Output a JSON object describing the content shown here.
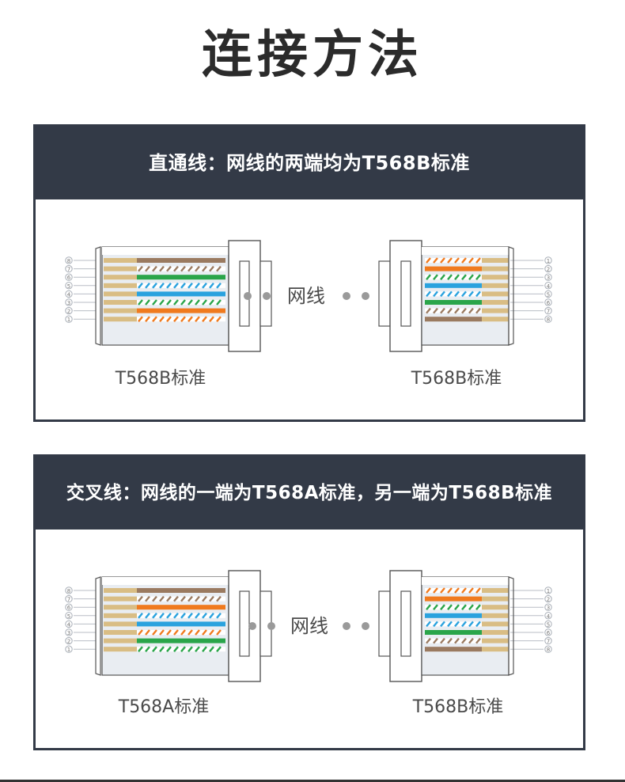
{
  "title": "连接方法",
  "panels": [
    {
      "header": "直通线：网线的两端均为T568B标准",
      "left_standard": "T568B标准",
      "right_standard": "T568B标准",
      "cable_label": "网线"
    },
    {
      "header": "交叉线：网线的一端为T568A标准，另一端为T568B标准",
      "left_standard": "T568A标准",
      "right_standard": "T568B标准",
      "cable_label": "网线"
    }
  ],
  "pin_numbers_left": [
    "8",
    "7",
    "6",
    "5",
    "4",
    "3",
    "2",
    "1"
  ],
  "pin_numbers_right": [
    "1",
    "2",
    "3",
    "4",
    "5",
    "6",
    "7",
    "8"
  ],
  "colors": {
    "header_bg": "#333a47",
    "orange": "#f07a1e",
    "green": "#2aa54a",
    "blue": "#2aa2de",
    "brown": "#9a7a60",
    "contact": "#d9bd84"
  }
}
